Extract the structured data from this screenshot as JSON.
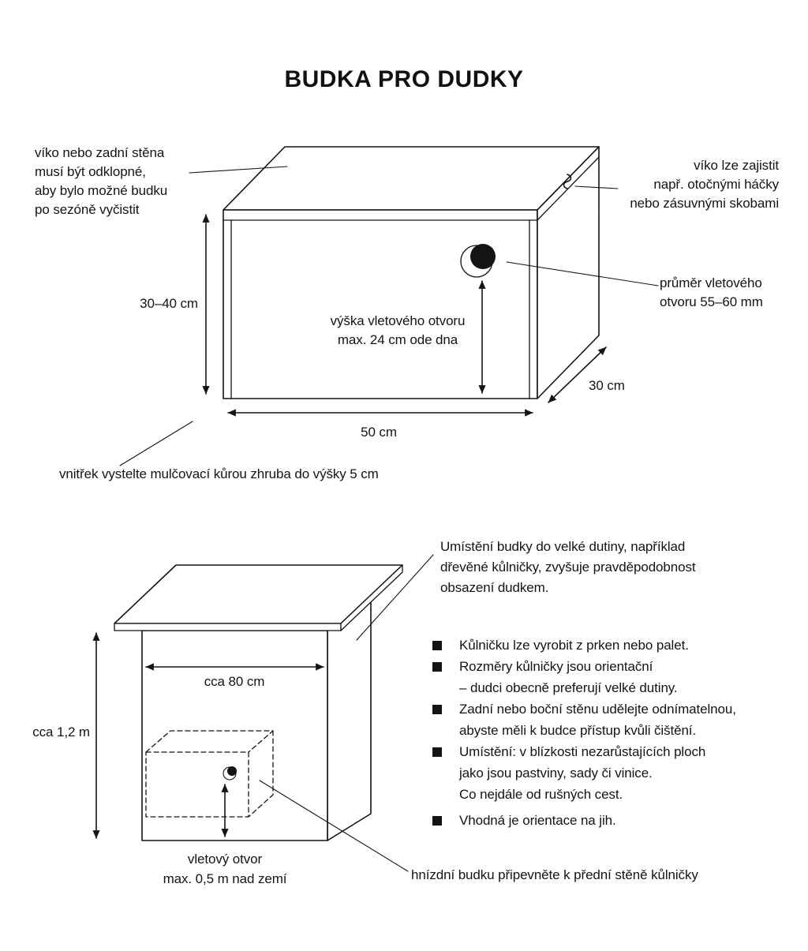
{
  "title": "BUDKA PRO DUDKY",
  "colors": {
    "ink": "#141414",
    "background": "#ffffff"
  },
  "nest_box": {
    "lid_note": "víko nebo zadní stěna\nmusí být odklopné,\naby bylo možné budku\npo sezóně vyčistit",
    "hook_note": "víko lze zajistit\nnapř. otočnými háčky\nnebo zásuvnými skobami",
    "height_label": "30–40 cm",
    "hole_height_label": "výška vletového otvoru\nmax. 24 cm ode dna",
    "hole_diameter_label": "průměr vletového\notvoru 55–60 mm",
    "depth_label": "30 cm",
    "width_label": "50 cm",
    "bark_note": "vnitřek vystelte mulčovací kůrou zhruba do výšky 5 cm"
  },
  "shed": {
    "placement_note": "Umístění budky do velké dutiny, například\ndřevěné kůlničky, zvyšuje pravděpodobnost\nobsazení dudkem.",
    "width_label": "cca 80 cm",
    "height_label": "cca 1,2 m",
    "entrance_label": "vletový otvor\nmax. 0,5 m nad zemí",
    "attach_note": "hnízdní budku připevněte k přední stěně kůlničky",
    "bullets": [
      "Kůlničku lze vyrobit z prken nebo palet.",
      "Rozměry kůlničky jsou orientační\n– dudci obecně preferují velké dutiny.",
      "Zadní nebo boční stěnu udělejte odnímatelnou,\nabyste měli k budce přístup kvůli čištění.",
      "Umístění: v blízkosti nezarůstajících ploch\njako jsou pastviny, sady či vinice.\nCo nejdále od rušných cest.",
      "Vhodná je orientace na jih."
    ]
  }
}
